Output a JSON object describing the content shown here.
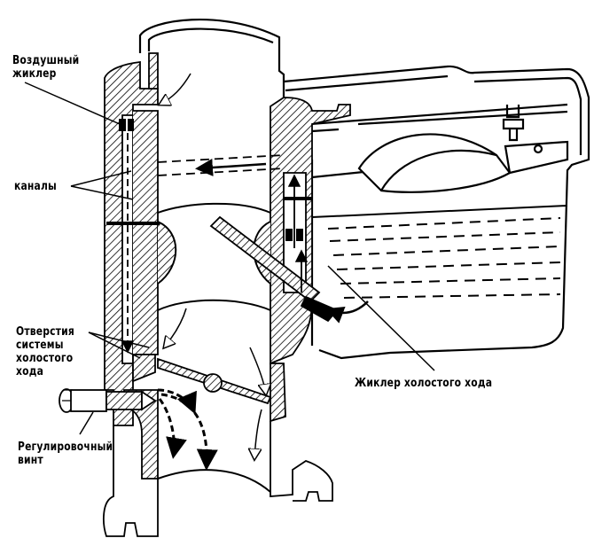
{
  "title": "Система холостого хода карбюратора",
  "labels": {
    "air_jet": [
      "Воздушный",
      "жиклер"
    ],
    "channels": "каналы",
    "idle_holes": [
      "Отверстия",
      "системы",
      "холостого",
      "хода"
    ],
    "adjusting_screw": [
      "Регулировочный",
      "винт"
    ],
    "idle_jet": "Жиклер холостого хода"
  },
  "colors": {
    "ink": "#000000",
    "paper": "#ffffff"
  }
}
